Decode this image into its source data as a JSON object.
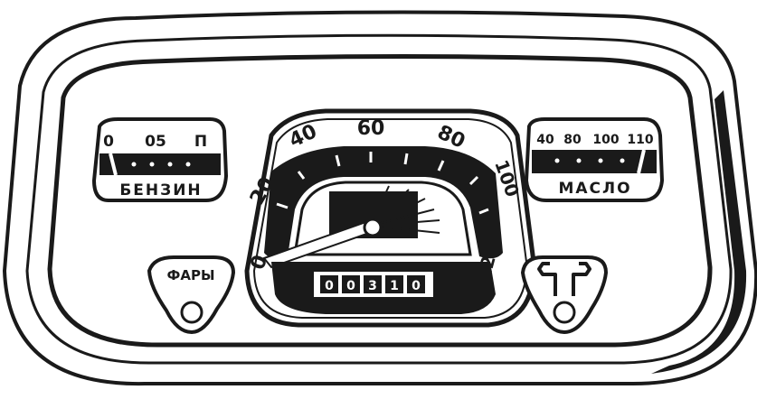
{
  "fuel_gauge": {
    "scale": [
      "0",
      "05",
      "П"
    ],
    "label": "БЕНЗИН",
    "level": 0.05
  },
  "oil_gauge": {
    "scale": [
      "40",
      "80",
      "100",
      "110"
    ],
    "label": "МАСЛО",
    "level": 0.95
  },
  "speedometer": {
    "scale": [
      "0",
      "20",
      "40",
      "60",
      "80",
      "100",
      "120"
    ],
    "odometer": [
      "0",
      "0",
      "3",
      "1",
      "0"
    ]
  },
  "headlights_lamp": {
    "label": "ФАРЫ"
  },
  "turn_signal_lamp": {
    "symbol": "turn-arrows-icon"
  },
  "colors": {
    "ink": "#1a1a1a",
    "paper": "#ffffff"
  }
}
